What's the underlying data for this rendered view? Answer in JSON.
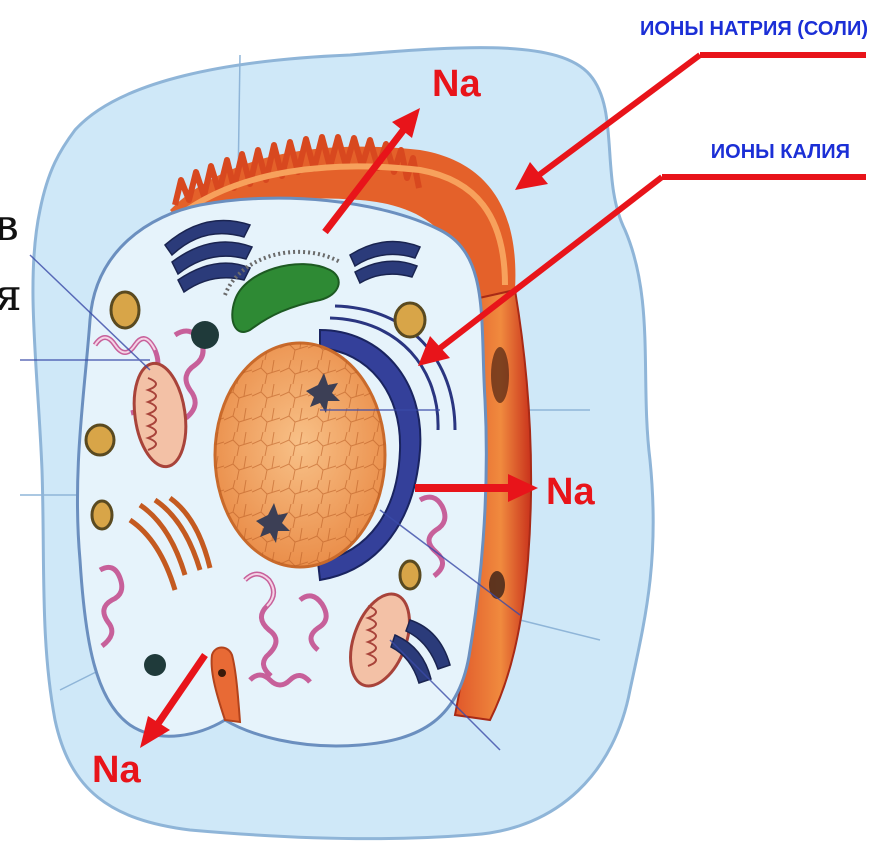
{
  "labels": {
    "sodium_ions": "ИОНЫ НАТРИЯ (СОЛИ)",
    "potassium_ions": "ИОНЫ КАЛИЯ",
    "na_top": "Na",
    "na_right": "Na",
    "na_bottom": "Na"
  },
  "cropped_text": {
    "line1": "в",
    "line2": "я"
  },
  "colors": {
    "label_blue": "#1b2fd6",
    "arrow_red": "#e8141a",
    "extracellular": "#cfe8f8",
    "cytoplasm": "#e6f3fb",
    "nucleus": "#f2a564",
    "membrane_fringe": "#e4612a"
  }
}
